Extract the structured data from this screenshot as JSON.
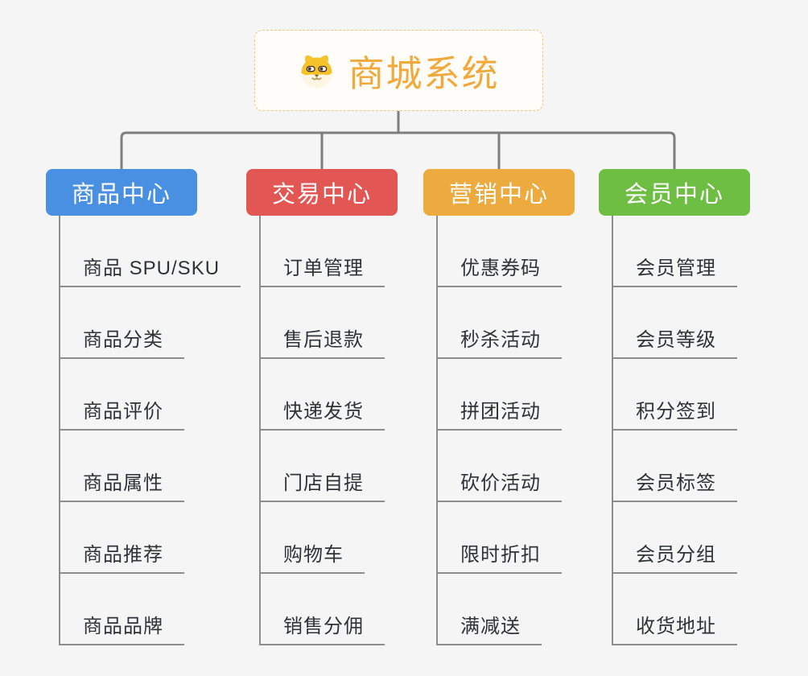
{
  "page": {
    "background": "#f5f5f5"
  },
  "root": {
    "title": "商城系统",
    "icon": "dog-logo-icon",
    "text_color": "#f2a93c",
    "border_color": "#f3c477"
  },
  "connector_color": "#7e7e7e",
  "line_color": "#8d8d8d",
  "branches": [
    {
      "label": "商品中心",
      "color": "#4a90e2",
      "children": [
        "商品 SPU/SKU",
        "商品分类",
        "商品评价",
        "商品属性",
        "商品推荐",
        "商品品牌"
      ]
    },
    {
      "label": "交易中心",
      "color": "#e25754",
      "children": [
        "订单管理",
        "售后退款",
        "快递发货",
        "门店自提",
        "购物车",
        "销售分佣"
      ]
    },
    {
      "label": "营销中心",
      "color": "#edaa3e",
      "children": [
        "优惠券码",
        "秒杀活动",
        "拼团活动",
        "砍价活动",
        "限时折扣",
        "满减送"
      ]
    },
    {
      "label": "会员中心",
      "color": "#6ebe44",
      "children": [
        "会员管理",
        "会员等级",
        "积分签到",
        "会员标签",
        "会员分组",
        "收货地址"
      ]
    }
  ]
}
